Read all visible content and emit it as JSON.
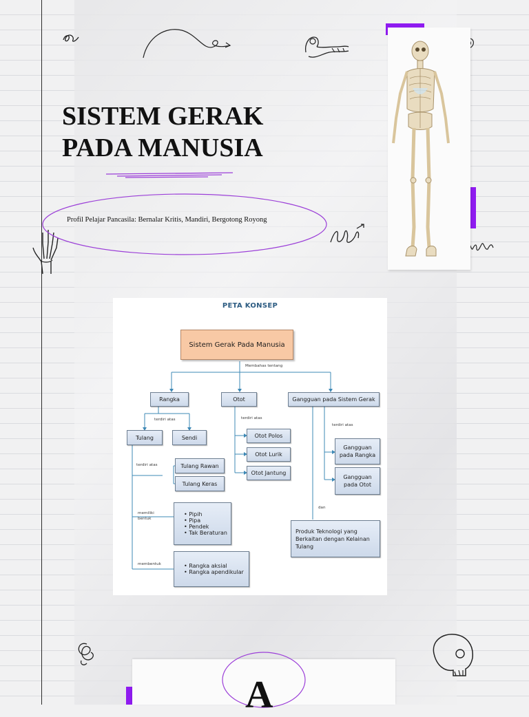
{
  "title": {
    "line1": "SISTEM GERAK",
    "line2": "PADA MANUSIA"
  },
  "profile_text": "Profil Pelajar Pancasila: Bernalar Kritis, Mandiri, Bergotong Royong",
  "accent_color": "#8f1bf0",
  "concept_map": {
    "heading": "PETA KONSEP",
    "root": "Sistem Gerak Pada Manusia",
    "root_label": "Membahas tentang",
    "branches": {
      "rangka": "Rangka",
      "otot": "Otot",
      "gangguan": "Gangguan pada Sistem Gerak"
    },
    "rangka_label": "terdiri atas",
    "rangka_children": {
      "tulang": "Tulang",
      "sendi": "Sendi"
    },
    "tulang_label_1": "terdiri atas",
    "tulang_jenis": [
      "Tulang Rawan",
      "Tulang Keras"
    ],
    "tulang_label_2a": "memiliki",
    "tulang_label_2b": "bentuk",
    "bentuk": [
      "Pipih",
      "Pipa",
      "Pendek",
      "Tak Beraturan"
    ],
    "tulang_label_3": "membentuk",
    "rangka_jenis": [
      "Rangka aksial",
      "Rangka apendikular"
    ],
    "otot_label": "terdiri atas",
    "otot_jenis": [
      "Otot Polos",
      "Otot Lurik",
      "Otot Jantung"
    ],
    "gangguan_label": "terdiri atas",
    "gangguan_jenis": [
      {
        "line1": "Gangguan",
        "line2": "pada Rangka"
      },
      {
        "line1": "Gangguan",
        "line2": "pada Otot"
      }
    ],
    "gangguan_label_2": "dan",
    "produk": {
      "line1": "Produk Teknologi yang",
      "line2": "Berkaitan dengan Kelainan",
      "line3": "Tulang"
    }
  },
  "page_letter": "A",
  "icons": [
    "skeleton-image",
    "hand-bones-icon",
    "foot-bones-icon",
    "skull-icon",
    "squiggle-icon",
    "arrow-doodle-icon",
    "spiral-icon",
    "loop-doodle-icon"
  ]
}
